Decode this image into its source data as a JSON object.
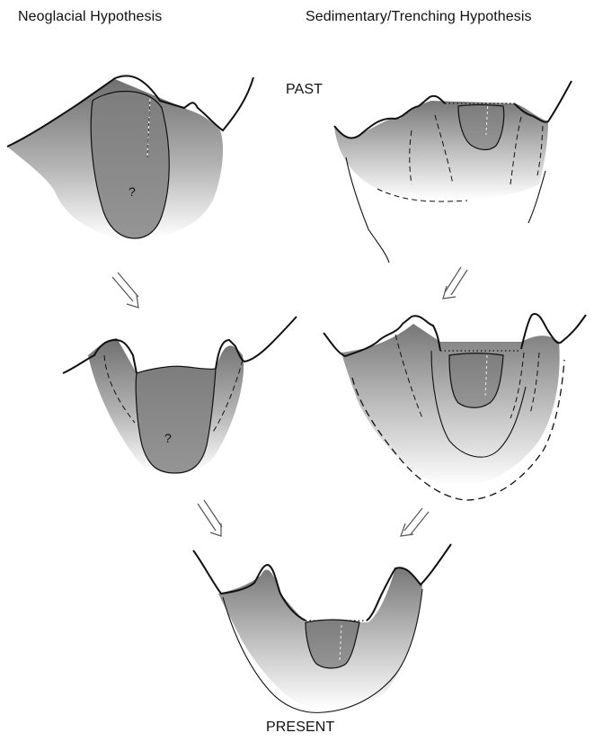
{
  "titles": {
    "left": "Neoglacial Hypothesis",
    "right": "Sedimentary/Trenching Hypothesis"
  },
  "time_labels": {
    "top": "PAST",
    "bottom": "PRESENT"
  },
  "unknown_marker": "?",
  "colors": {
    "outline": "#111111",
    "fill_dark": "#7a7a7a",
    "fill_light": "#ffffff",
    "inner_fill": "#8c8c8c",
    "arrow": "#666666"
  }
}
